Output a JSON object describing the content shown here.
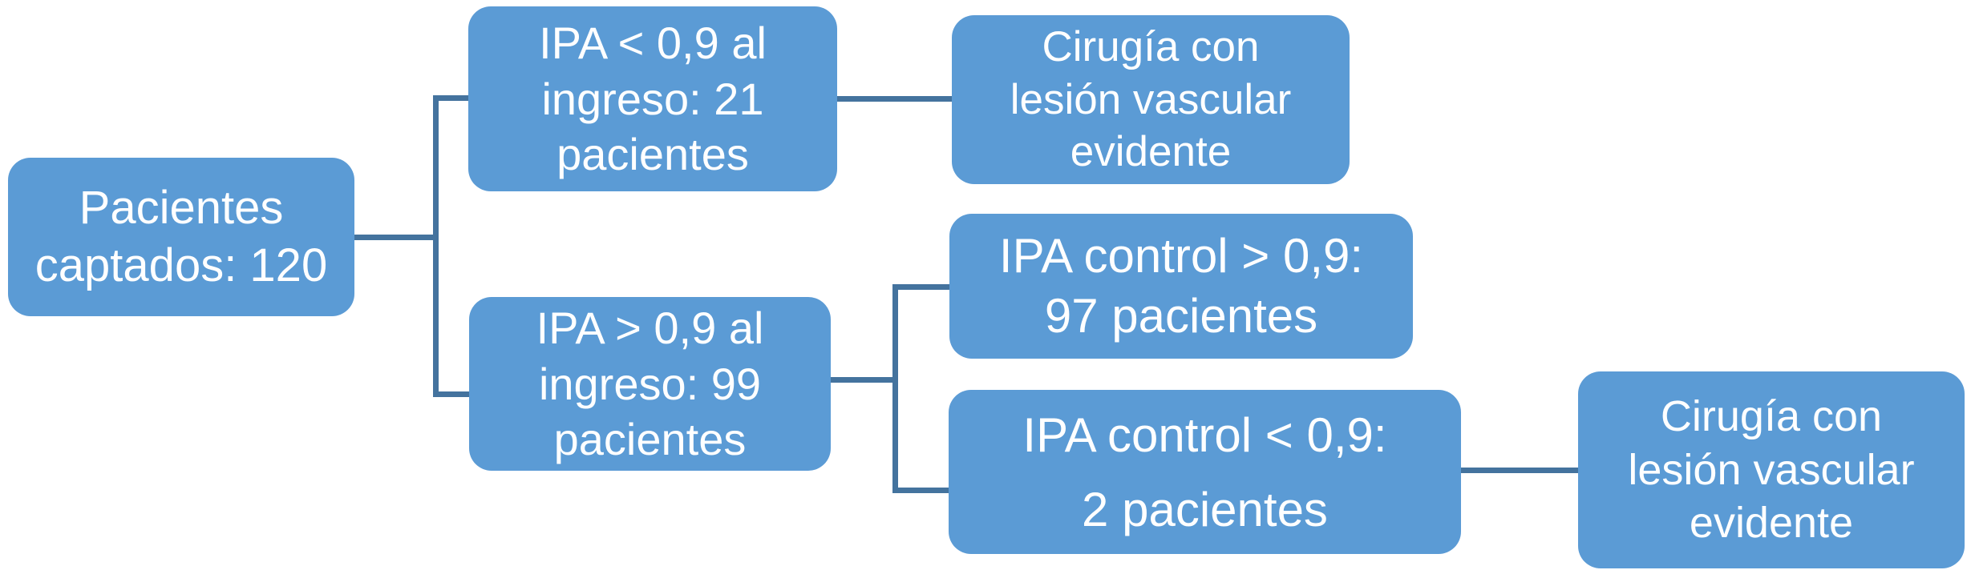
{
  "diagram": {
    "type": "flowchart",
    "background": "#FFFFFF",
    "colors": {
      "node_fill": "#5B9BD5",
      "node_text": "#FFFFFF",
      "connector": "#44739E"
    },
    "nodes": [
      {
        "id": "pacientes-captados",
        "text": "Pacientes\ncaptados: 120"
      },
      {
        "id": "ipa-ingreso-menor",
        "text": "IPA < 0,9 al\ningreso: 21\npacientes"
      },
      {
        "id": "cirugia-lesion-vascular-1",
        "text": "Cirugía con\nlesión vascular\nevidente"
      },
      {
        "id": "ipa-ingreso-mayor",
        "text": "IPA > 0,9 al\ningreso: 99\npacientes"
      },
      {
        "id": "ipa-control-mayor",
        "text": "IPA control > 0,9:\n97 pacientes"
      },
      {
        "id": "ipa-control-menor",
        "text": "IPA control < 0,9:\n2 pacientes"
      },
      {
        "id": "cirugia-lesion-vascular-2",
        "text": "Cirugía con\nlesión vascular\nevidente"
      }
    ],
    "edges": [
      {
        "from": "pacientes-captados",
        "to": "ipa-ingreso-menor"
      },
      {
        "from": "pacientes-captados",
        "to": "ipa-ingreso-mayor"
      },
      {
        "from": "ipa-ingreso-menor",
        "to": "cirugia-lesion-vascular-1"
      },
      {
        "from": "ipa-ingreso-mayor",
        "to": "ipa-control-mayor"
      },
      {
        "from": "ipa-ingreso-mayor",
        "to": "ipa-control-menor"
      },
      {
        "from": "ipa-control-menor",
        "to": "cirugia-lesion-vascular-2"
      }
    ]
  }
}
